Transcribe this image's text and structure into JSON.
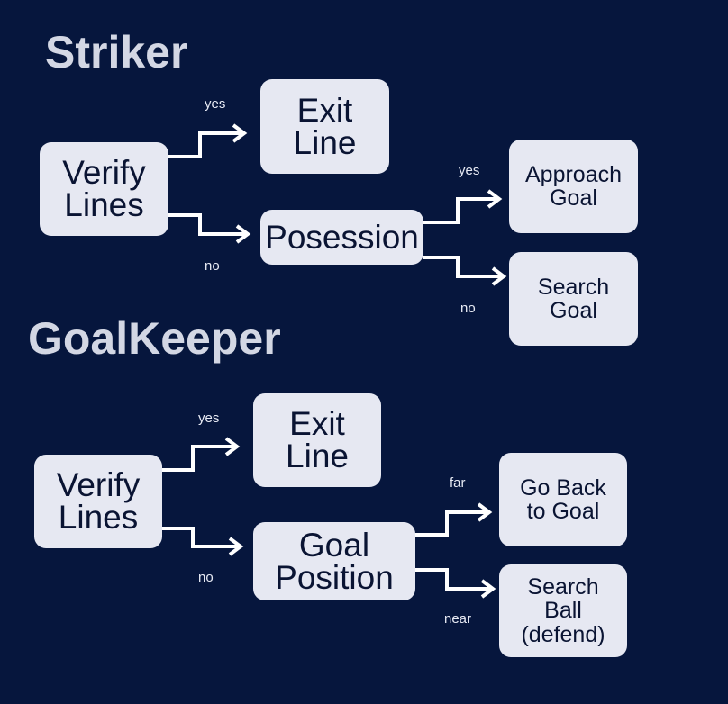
{
  "colors": {
    "background": "#06163d",
    "node_fill": "#e6e8f2",
    "node_text": "#0a1433",
    "title_text": "#d3d7e4",
    "arrow": "#ffffff"
  },
  "striker": {
    "title": "Striker",
    "nodes": {
      "verify_lines": "Verify\nLines",
      "exit_line": "Exit\nLine",
      "posession": "Posession",
      "approach_goal": "Approach\nGoal",
      "search_goal": "Search\nGoal"
    },
    "edges": {
      "yes_1": "yes",
      "no_1": "no",
      "yes_2": "yes",
      "no_2": "no"
    }
  },
  "goalkeeper": {
    "title": "GoalKeeper",
    "nodes": {
      "verify_lines": "Verify\nLines",
      "exit_line": "Exit\nLine",
      "goal_position": "Goal\nPosition",
      "go_back_to_goal": "Go Back\nto Goal",
      "search_ball": "Search\nBall\n(defend)"
    },
    "edges": {
      "yes": "yes",
      "no": "no",
      "far": "far",
      "near": "near"
    }
  }
}
